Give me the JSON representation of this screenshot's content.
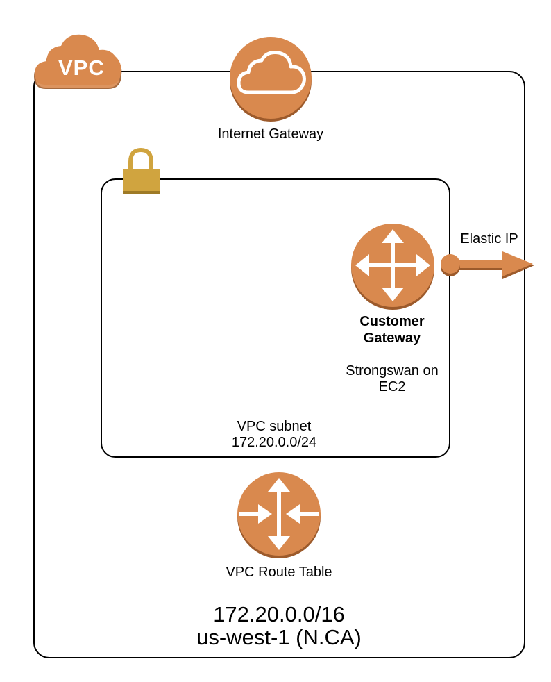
{
  "vpc": {
    "badge": "VPC",
    "cidr": "172.20.0.0/16",
    "region": "us-west-1 (N.CA)"
  },
  "internet_gateway": {
    "label": "Internet Gateway"
  },
  "subnet": {
    "label": "VPC subnet",
    "cidr": "172.20.0.0/24"
  },
  "customer_gateway": {
    "title_line1": "Customer",
    "title_line2": "Gateway",
    "desc_line1": "Strongswan on",
    "desc_line2": "EC2"
  },
  "elastic_ip": {
    "label": "Elastic IP"
  },
  "route_table": {
    "label": "VPC Route Table"
  },
  "colors": {
    "aws_orange": "#D9894E",
    "orange_shadow": "#9C5A2B",
    "lock_gold": "#D0A43F",
    "lock_dark": "#9E7A26",
    "border": "#000000",
    "icon_glyph": "#FFFFFF"
  },
  "icons": {
    "vpc_badge": "cloud-icon",
    "internet_gateway": "cloud-icon",
    "subnet": "lock-icon",
    "customer_gateway": "router-icon",
    "route_table": "route-table-icon",
    "elastic_ip": "arrow-icon"
  }
}
